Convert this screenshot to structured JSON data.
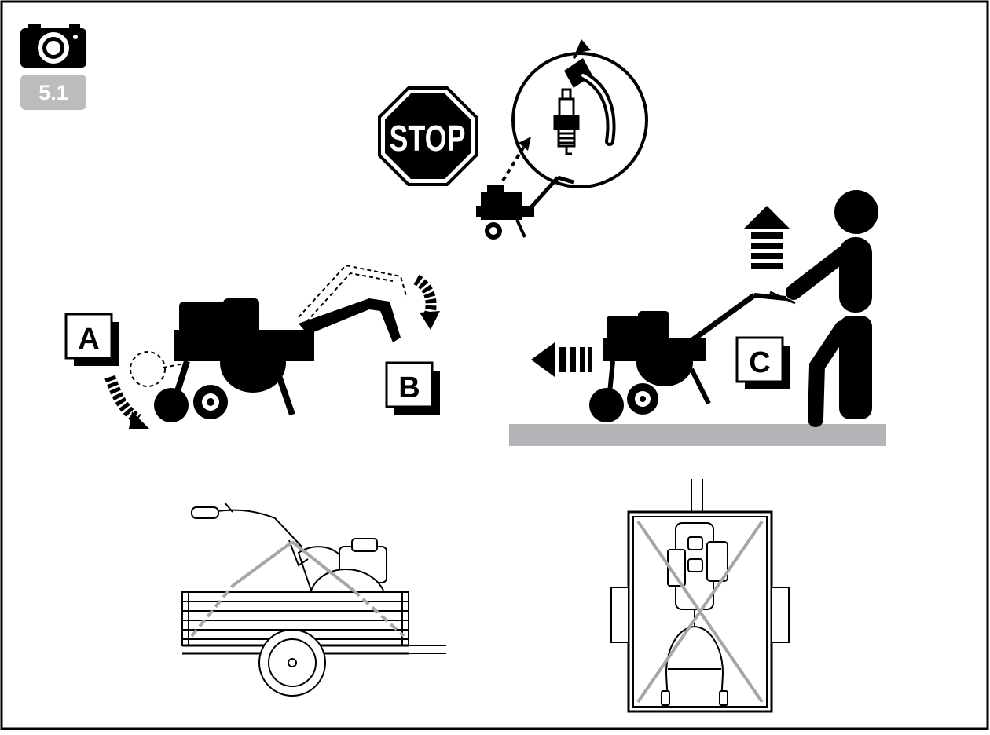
{
  "badge": {
    "icon": "camera-icon",
    "label": "5.1"
  },
  "stop_sign": {
    "label": "STOP",
    "color": "#000000"
  },
  "callouts": {
    "a": "A",
    "b": "B",
    "c": "C"
  },
  "colors": {
    "ink": "#000000",
    "ground": "#b3b3b8",
    "strap": "#a6a6a6",
    "badge_bg": "#bcbcbc",
    "frame": "#000000"
  }
}
